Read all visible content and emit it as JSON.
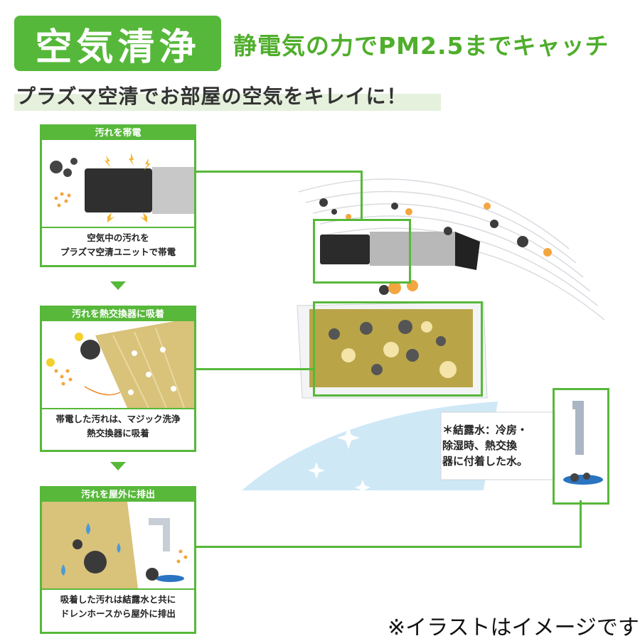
{
  "header": {
    "badge": "空気清浄",
    "headline": "静電気の力でPM2.5までキャッチ",
    "subhead": "プラズマ空清でお部屋の空気をキレイに！"
  },
  "steps": [
    {
      "title": "汚れを帯電",
      "caption_line1": "空気中の汚れを",
      "caption_line2": "プラズマ空清ユニットで帯電"
    },
    {
      "title": "汚れを熱交換器に吸着",
      "caption_line1": "帯電した汚れは、マジック洗浄",
      "caption_line2": "熱交換器に吸着"
    },
    {
      "title": "汚れを屋外に排出",
      "caption_line1": "吸着した汚れは結露水と共に",
      "caption_line2": "ドレンホースから屋外に排出"
    }
  ],
  "note": {
    "line1": "＊結露水：冷房・",
    "line2": "除湿時、熱交換",
    "line3": "器に付着した水。"
  },
  "footnote": "※イラストはイメージです",
  "colors": {
    "accent": "#57b83a",
    "dirt": "#3a3a3a",
    "pollen": "#f3a640",
    "panel_wood": "#d9c27a"
  }
}
